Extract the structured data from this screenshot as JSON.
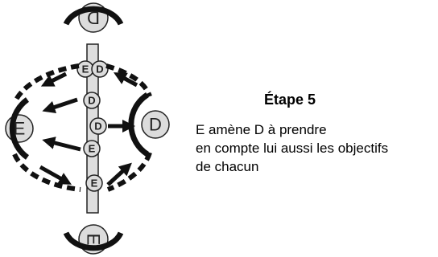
{
  "step_title": "Étape 5",
  "description": [
    "E amène D à prendre",
    "en compte lui aussi les objectifs",
    "de chacun"
  ],
  "nodes": {
    "top": "D",
    "left": "E",
    "right": "D",
    "bottom": "E",
    "center": [
      "E",
      "D",
      "D",
      "D",
      "E",
      "E"
    ]
  },
  "colors": {
    "ink": "#111111",
    "fill": "#dddddd",
    "bg": "#ffffff"
  }
}
